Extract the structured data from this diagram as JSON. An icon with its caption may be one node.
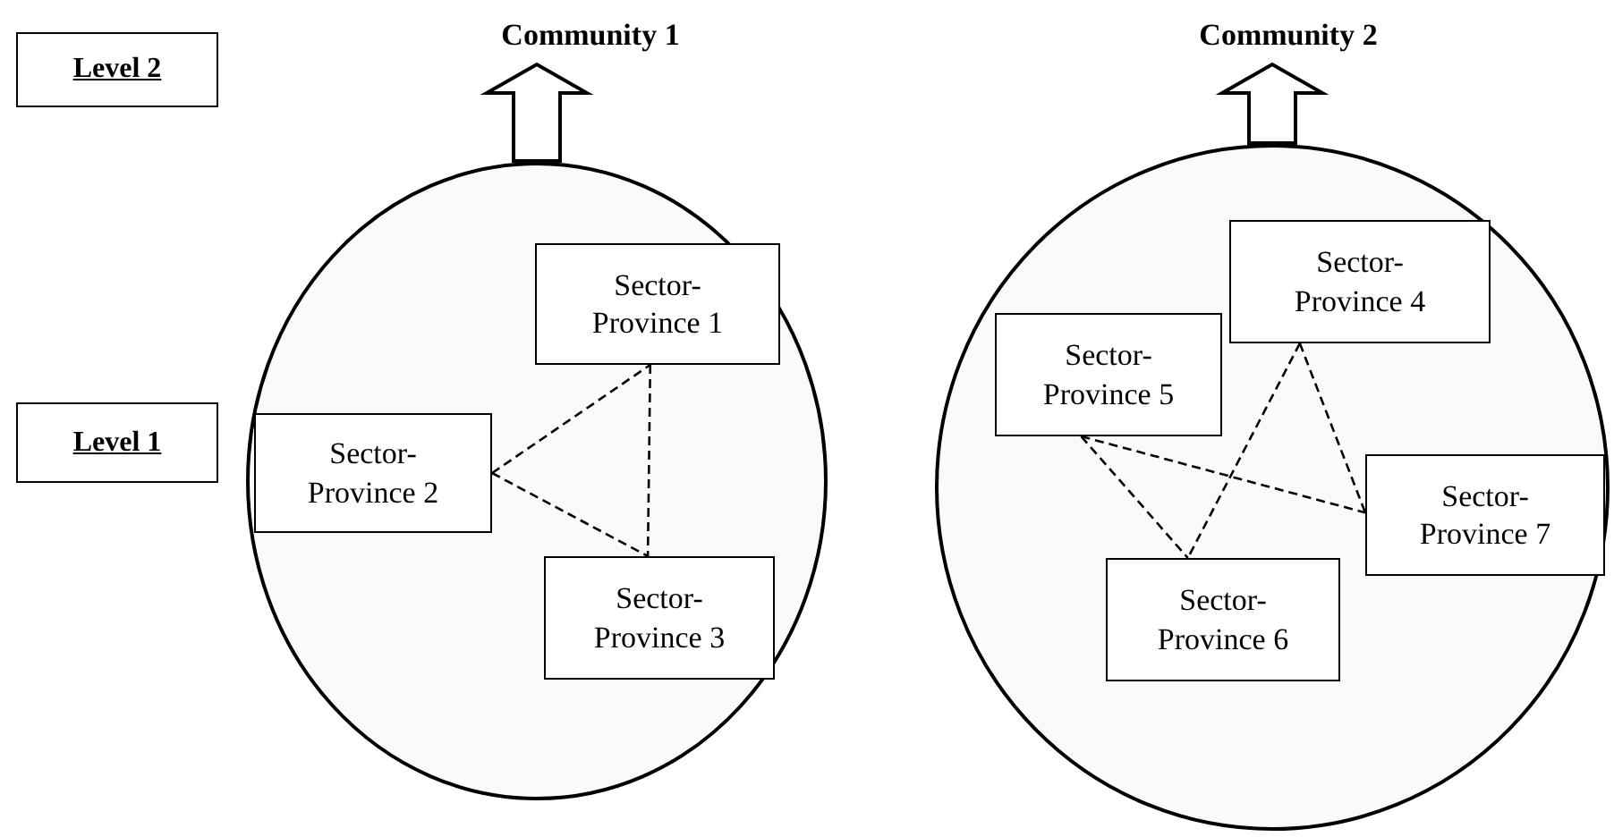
{
  "diagram": {
    "nodes": [
      {
        "text": [
          "Level 2"
        ]
      },
      {
        "text": [
          "Community 1"
        ]
      },
      {
        "text": [
          "Community 2"
        ]
      },
      {
        "text": [
          "Level 1"
        ]
      },
      {
        "text": [],
        "shape": "circle"
      },
      {
        "text": [
          "Sector- Province 1"
        ],
        "in": 4
      },
      {
        "text": [
          "Sector- Province 2"
        ],
        "in": 4
      },
      {
        "text": [
          "Sector- Province 3"
        ],
        "in": 4
      },
      {
        "text": [],
        "shape": "circle"
      },
      {
        "text": [
          "Sector- Province 4"
        ],
        "in": 8
      },
      {
        "text": [
          "Sector- Province 5"
        ],
        "in": 8
      },
      {
        "text": [
          "Sector- Province 7"
        ],
        "in": 8
      },
      {
        "text": [
          "Sector- Province 6"
        ],
        "in": 8
      }
    ],
    "edges": [
      {
        "from": 4,
        "to": 1,
        "arrow": "to",
        "style": "thick"
      },
      {
        "from": 8,
        "to": 2,
        "arrow": "to",
        "style": "thick"
      },
      {
        "from": 6,
        "to": 5,
        "arrow": "none",
        "style": "dashed"
      },
      {
        "from": 5,
        "to": 7,
        "arrow": "none",
        "style": "dashed"
      },
      {
        "from": 6,
        "to": 7,
        "arrow": "none",
        "style": "dashed"
      },
      {
        "from": 10,
        "to": 12,
        "arrow": "none",
        "style": "dashed"
      },
      {
        "from": 10,
        "to": 11,
        "arrow": "none",
        "style": "dashed"
      },
      {
        "from": 9,
        "to": 12,
        "arrow": "none",
        "style": "dashed"
      },
      {
        "from": 9,
        "to": 11,
        "arrow": "none",
        "style": "dashed"
      }
    ]
  }
}
